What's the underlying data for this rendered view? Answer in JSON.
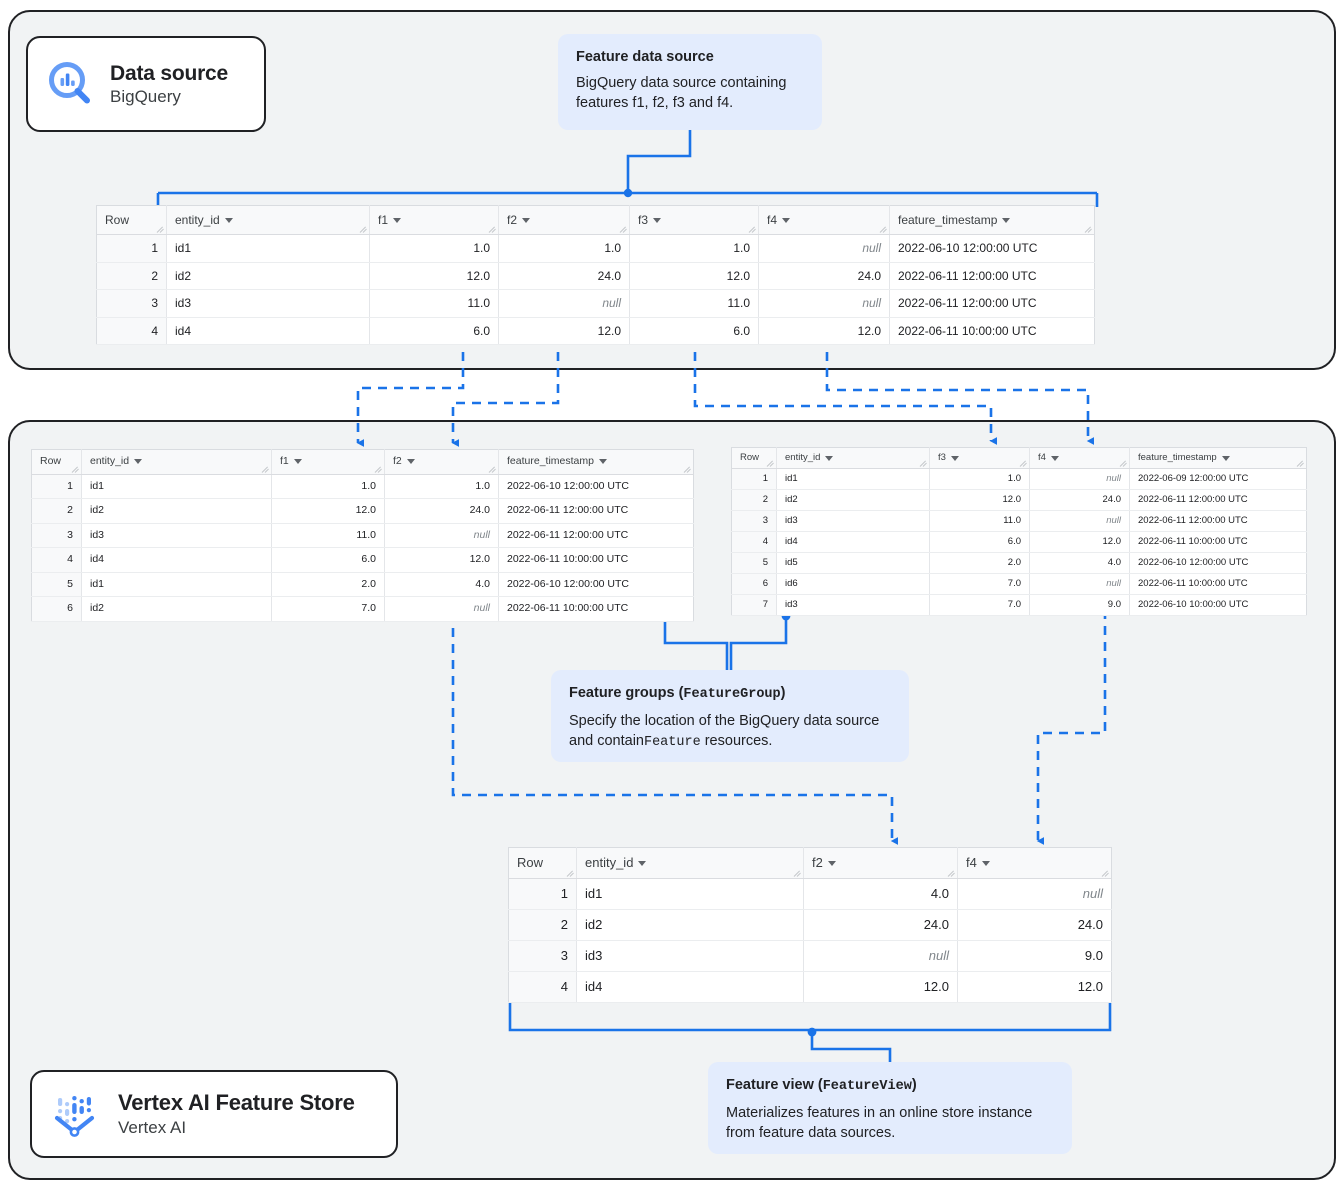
{
  "zones": {
    "datasource_label": "Data source zone",
    "featurestore_label": "Vertex AI Feature Store zone"
  },
  "chips": [
    {
      "id": "bigquery",
      "title": "Data source",
      "subtitle": "BigQuery",
      "icon": "bigquery-magnifier-barchart-icon"
    },
    {
      "id": "vertex",
      "title": "Vertex AI Feature Store",
      "subtitle": "Vertex AI",
      "icon": "vertex-ai-funnel-dots-icon"
    }
  ],
  "callouts": {
    "feature_data_source": {
      "title": "Feature data source",
      "body": "BigQuery data source containing features f1, f2, f3 and f4."
    },
    "feature_groups": {
      "title_plain": "Feature groups (",
      "title_code": "FeatureGroup",
      "title_close": ")",
      "body_part1": "Specify the location of the BigQuery data source and contain",
      "body_code": "Feature",
      "body_part2": " resources."
    },
    "feature_view": {
      "title_plain": "Feature view (",
      "title_code": "FeatureView",
      "title_close": ")",
      "body": "Materializes features in an online store instance from feature data sources."
    }
  },
  "colors": {
    "connector_blue": "#1a73e8",
    "callout_bg": "#e3ecfd",
    "zone_bg": "#f1f3f4",
    "zone_border": "#202124",
    "header_bg": "#f8f9fa",
    "null_text": "#80868b"
  },
  "tables": {
    "source": {
      "name": "feature-data-source-table",
      "columns": [
        "Row",
        "entity_id",
        "f1",
        "f2",
        "f3",
        "f4",
        "feature_timestamp"
      ],
      "widths": [
        70,
        203,
        129,
        131,
        129,
        131,
        205
      ],
      "aligns": [
        "rownum",
        "text",
        "num",
        "num",
        "num",
        "num",
        "text"
      ],
      "rows": [
        [
          "1",
          "id1",
          "1.0",
          "1.0",
          "1.0",
          "null",
          "2022-06-10 12:00:00 UTC"
        ],
        [
          "2",
          "id2",
          "12.0",
          "24.0",
          "12.0",
          "24.0",
          "2022-06-11 12:00:00 UTC"
        ],
        [
          "3",
          "id3",
          "11.0",
          "null",
          "11.0",
          "null",
          "2022-06-11 12:00:00 UTC"
        ],
        [
          "4",
          "id4",
          "6.0",
          "12.0",
          "6.0",
          "12.0",
          "2022-06-11 10:00:00 UTC"
        ]
      ]
    },
    "feature_group_1": {
      "name": "feature-group-1-table",
      "columns": [
        "Row",
        "entity_id",
        "f1",
        "f2",
        "feature_timestamp"
      ],
      "widths": [
        50,
        190,
        113,
        114,
        195
      ],
      "aligns": [
        "rownum",
        "text",
        "num",
        "num",
        "text"
      ],
      "rows": [
        [
          "1",
          "id1",
          "1.0",
          "1.0",
          "2022-06-10 12:00:00 UTC"
        ],
        [
          "2",
          "id2",
          "12.0",
          "24.0",
          "2022-06-11 12:00:00 UTC"
        ],
        [
          "3",
          "id3",
          "11.0",
          "null",
          "2022-06-11 12:00:00 UTC"
        ],
        [
          "4",
          "id4",
          "6.0",
          "12.0",
          "2022-06-11 10:00:00 UTC"
        ],
        [
          "5",
          "id1",
          "2.0",
          "4.0",
          "2022-06-10 12:00:00 UTC"
        ],
        [
          "6",
          "id2",
          "7.0",
          "null",
          "2022-06-11 10:00:00 UTC"
        ]
      ]
    },
    "feature_group_2": {
      "name": "feature-group-2-table",
      "columns": [
        "Row",
        "entity_id",
        "f3",
        "f4",
        "feature_timestamp"
      ],
      "widths": [
        45,
        153,
        100,
        100,
        177
      ],
      "aligns": [
        "rownum",
        "text",
        "num",
        "num",
        "text"
      ],
      "rows": [
        [
          "1",
          "id1",
          "1.0",
          "null",
          "2022-06-09 12:00:00 UTC"
        ],
        [
          "2",
          "id2",
          "12.0",
          "24.0",
          "2022-06-11 12:00:00 UTC"
        ],
        [
          "3",
          "id3",
          "11.0",
          "null",
          "2022-06-11 12:00:00 UTC"
        ],
        [
          "4",
          "id4",
          "6.0",
          "12.0",
          "2022-06-11 10:00:00 UTC"
        ],
        [
          "5",
          "id5",
          "2.0",
          "4.0",
          "2022-06-10 12:00:00 UTC"
        ],
        [
          "6",
          "id6",
          "7.0",
          "null",
          "2022-06-11 10:00:00 UTC"
        ],
        [
          "7",
          "id3",
          "7.0",
          "9.0",
          "2022-06-10 10:00:00 UTC"
        ]
      ]
    },
    "feature_view": {
      "name": "feature-view-table",
      "columns": [
        "Row",
        "entity_id",
        "f2",
        "f4"
      ],
      "widths": [
        68,
        227,
        154,
        154
      ],
      "aligns": [
        "rownum",
        "text",
        "num",
        "num"
      ],
      "rows": [
        [
          "1",
          "id1",
          "4.0",
          "null"
        ],
        [
          "2",
          "id2",
          "24.0",
          "24.0"
        ],
        [
          "3",
          "id3",
          "null",
          "9.0"
        ],
        [
          "4",
          "id4",
          "12.0",
          "12.0"
        ]
      ]
    }
  },
  "connectors": {
    "solid_count": 4,
    "dashed_count": 6,
    "note": "solid blue brackets link callouts to tables; dashed blue arrows show feature column flow"
  }
}
